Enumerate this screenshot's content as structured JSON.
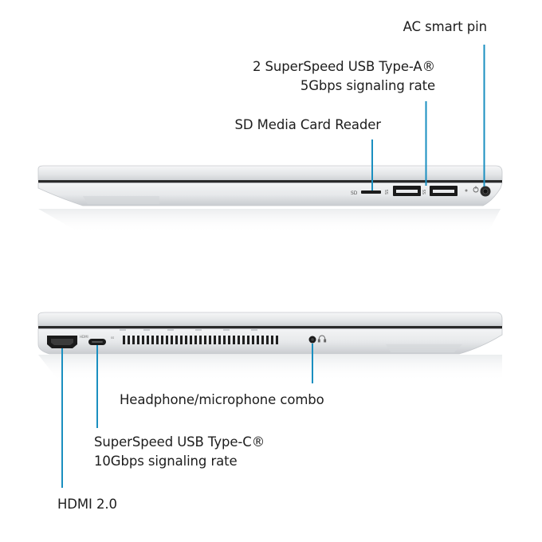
{
  "colors": {
    "callout_line": "#1a8fc0",
    "chassis_light": "#eeeff1",
    "chassis_mid": "#d8dadd",
    "chassis_dark": "#b4b7bb",
    "port_black": "#1b1b1b",
    "label_text": "#1d1d1d"
  },
  "labels": {
    "ac_smart_pin": "AC smart pin",
    "usb_a_line1": "2 SuperSpeed USB Type-A®",
    "usb_a_line2": "5Gbps signaling rate",
    "sd_reader": "SD Media Card Reader",
    "headphone_combo": "Headphone/microphone combo",
    "usb_c_line1": "SuperSpeed USB Type-C®",
    "usb_c_line2": "10Gbps signaling rate",
    "hdmi": "HDMI 2.0"
  },
  "port_marks": {
    "sd": "SD",
    "usb_a_1": "SS",
    "usb_a_2": "SS"
  },
  "icons": [
    "sd-card-slot-icon",
    "usb-a-port-icon",
    "power-button-icon",
    "led-icon",
    "hdmi-port-icon",
    "usb-c-port-icon",
    "headphone-jack-icon",
    "headset-icon"
  ]
}
